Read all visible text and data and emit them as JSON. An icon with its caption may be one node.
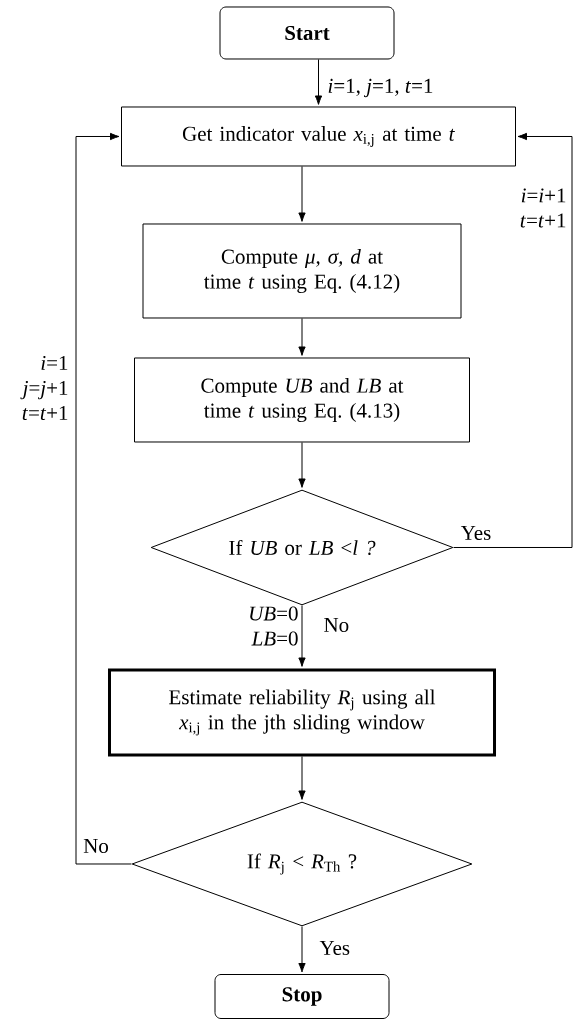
{
  "diagram": {
    "nodes": [
      {
        "text": [
          "Start"
        ]
      },
      {
        "text": [
          "Get indicator value *x*$_{i,j}$ at time *t*"
        ]
      },
      {
        "text": [
          "Compute *μ*, *σ, d* at time *t* using Eq. (4.12)"
        ]
      },
      {
        "text": [
          "Compute *UB* and *LB* at time *t* using Eq. (4.13)"
        ]
      },
      {
        "text": [
          "If *UB* or *LB* <*l ?*"
        ]
      },
      {
        "text": [
          "Estimate reliability *R*$_{j}$ using all *x*$_{i,j}$ in the jth sliding window"
        ]
      },
      {
        "text": [
          "If *R*$_{j}$ < *R*$_{Th}$ ?"
        ]
      },
      {
        "text": [
          "Stop"
        ]
      }
    ],
    "edges": [
      {
        "from": 0,
        "to": 1,
        "arrow": "to",
        "label": "*i*=1, *j*=1, *t*=1"
      },
      {
        "from": 1,
        "to": 2,
        "arrow": "to"
      },
      {
        "from": 2,
        "to": 3,
        "arrow": "to"
      },
      {
        "from": 3,
        "to": 4,
        "arrow": "to"
      },
      {
        "from": 4,
        "to": 5,
        "arrow": "to",
        "label": "No"
      },
      {
        "from": 4,
        "to": 1,
        "arrow": "to",
        "label": "Yes"
      },
      {
        "from": 5,
        "to": 6,
        "arrow": "to"
      },
      {
        "from": 6,
        "to": 1,
        "arrow": "to",
        "label": "No"
      },
      {
        "from": 6,
        "to": 7,
        "arrow": "to",
        "label": "Yes"
      }
    ],
    "labels": [
      "*i*=*i*+1 *t*=*t*+1",
      "*i*=1 *j*=*j*+1 *t*=*t*+1",
      "*UB*=0 *LB*=0"
    ]
  }
}
